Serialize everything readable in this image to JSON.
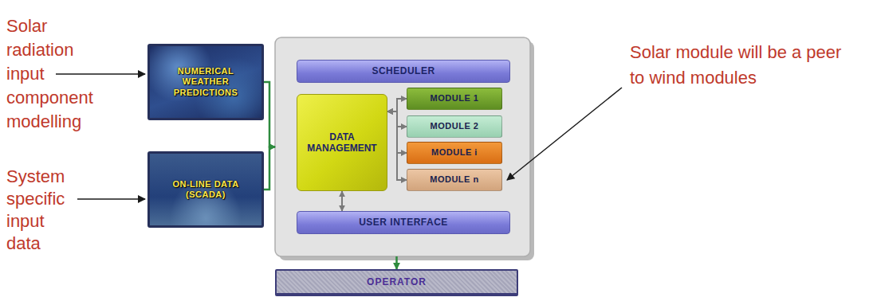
{
  "diagram": {
    "nodes": [
      {
        "text": [
          "NUMERICAL WEATHER PREDICTIONS"
        ]
      },
      {
        "text": [
          "ON-LINE DATA (SCADA)"
        ]
      },
      {
        "text": []
      },
      {
        "text": [
          "SCHEDULER"
        ],
        "in": 2
      },
      {
        "text": [
          "DATA MANAGEMENT"
        ],
        "in": 2
      },
      {
        "text": [
          "MODULE 1"
        ],
        "in": 2
      },
      {
        "text": [
          "MODULE 2"
        ],
        "in": 2
      },
      {
        "text": [
          "MODULE i"
        ],
        "in": 2
      },
      {
        "text": [
          "MODULE n"
        ],
        "in": 2
      },
      {
        "text": [
          "USER INTERFACE"
        ],
        "in": 2
      },
      {
        "text": [
          "OPERATOR"
        ]
      }
    ],
    "edges": [
      {
        "from": 0,
        "to": 2,
        "arrow": "to"
      },
      {
        "from": 1,
        "to": 2,
        "arrow": "to"
      },
      {
        "from": 4,
        "to": 5,
        "arrow": "both"
      },
      {
        "from": 4,
        "to": 6,
        "arrow": "both"
      },
      {
        "from": 4,
        "to": 7,
        "arrow": "both"
      },
      {
        "from": 4,
        "to": 8,
        "arrow": "both"
      },
      {
        "from": 4,
        "to": 9,
        "arrow": "both"
      },
      {
        "from": 2,
        "to": 10,
        "arrow": "to"
      }
    ],
    "labels": [
      "Solar radiation input component modelling",
      "System specific input data",
      "Solar module will be a peer to wind modules"
    ]
  }
}
